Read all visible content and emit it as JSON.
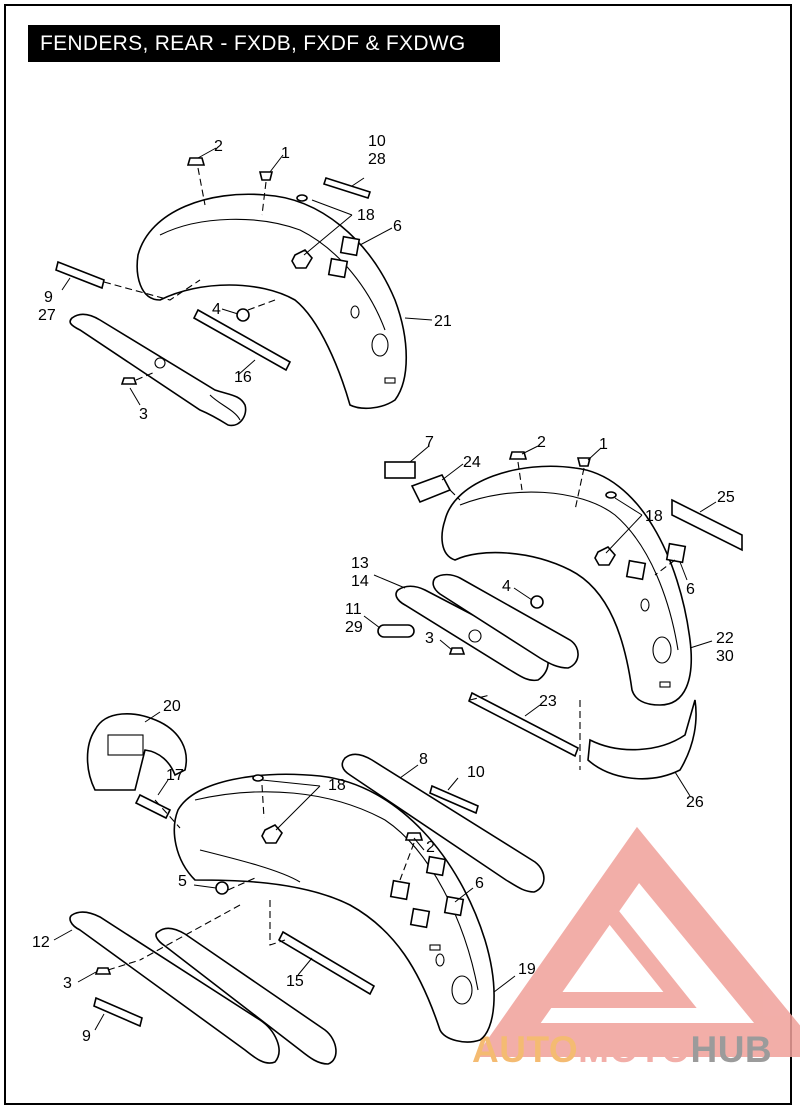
{
  "title": "FENDERS, REAR - FXDB, FXDF & FXDWG",
  "watermark": {
    "part1": "AUTO",
    "part2": "MOTO",
    "part3": "HUB",
    "color_light": "#f0a09a",
    "color_gray": "#8a8a8a"
  },
  "callouts": {
    "top": [
      "2",
      "1",
      "10",
      "28",
      "18",
      "6",
      "9",
      "27",
      "4",
      "21",
      "16",
      "3"
    ],
    "middle": [
      "7",
      "2",
      "1",
      "24",
      "18",
      "25",
      "13",
      "14",
      "4",
      "6",
      "11",
      "29",
      "3",
      "22",
      "30",
      "23",
      "26"
    ],
    "bottom": [
      "20",
      "17",
      "18",
      "8",
      "10",
      "2",
      "5",
      "6",
      "12",
      "3",
      "15",
      "19",
      "9"
    ]
  }
}
